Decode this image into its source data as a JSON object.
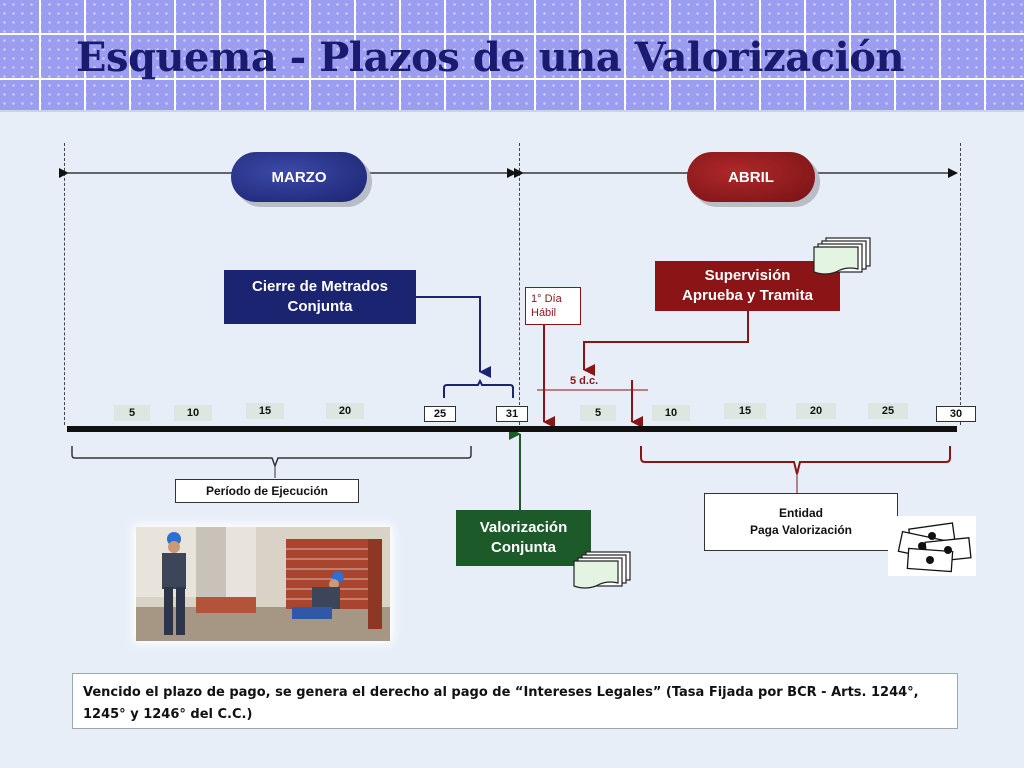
{
  "title": "Esquema - Plazos de una Valorización",
  "months": {
    "march": "MARZO",
    "april": "ABRIL"
  },
  "boxes": {
    "cierre_line1": "Cierre de Metrados",
    "cierre_line2": "Conjunta",
    "supervision_line1": "Supervisión",
    "supervision_line2": "Aprueba y Tramita",
    "dia_habil_line1": "1° Día",
    "dia_habil_line2": "Hábil",
    "five_dc": "5 d.c.",
    "valorizacion_line1": "Valorización",
    "valorizacion_line2": "Conjunta",
    "periodo": "Período de Ejecución",
    "entidad_line1": "Entidad",
    "entidad_line2": "Paga Valorización"
  },
  "ticks_march": [
    "5",
    "10",
    "15",
    "20",
    "25",
    "31"
  ],
  "ticks_april": [
    "5",
    "10",
    "15",
    "20",
    "25",
    "30"
  ],
  "note": "Vencido el plazo de pago, se genera el derecho al pago de “Intereses Legales” (Tasa Fijada por BCR - Arts. 1244°, 1245° y 1246° del C.C.)",
  "colors": {
    "navy": "#1b2470",
    "maroon": "#8b1416",
    "green": "#1d5a2a",
    "title": "#1a1a6e"
  }
}
